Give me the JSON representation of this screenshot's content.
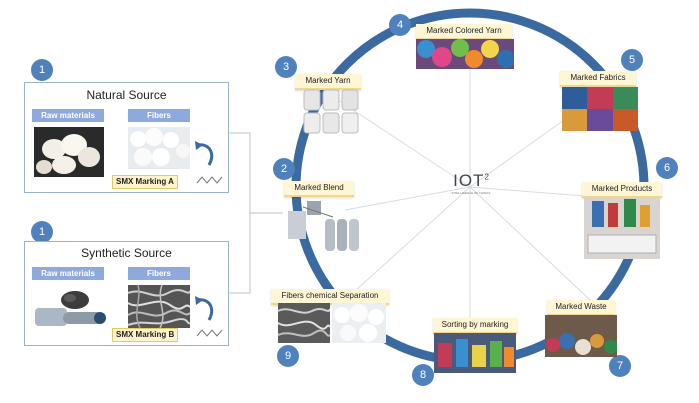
{
  "sources": {
    "natural": {
      "badge": "1",
      "title": "Natural Source",
      "raw_label": "Raw materials",
      "fibers_label": "Fibers",
      "marking": "SMX Marking A"
    },
    "synthetic": {
      "badge": "1",
      "title": "Synthetic Source",
      "raw_label": "Raw materials",
      "fibers_label": "Fibers",
      "marking": "SMX Marking B"
    }
  },
  "hub": {
    "logo": "IOT",
    "superscript": "2",
    "tagline": "INTELLIGENCE OF THINGS"
  },
  "stages": [
    {
      "num": "2",
      "label": "Marked Blend"
    },
    {
      "num": "3",
      "label": "Marked Yarn"
    },
    {
      "num": "4",
      "label": "Marked Colored Yarn"
    },
    {
      "num": "5",
      "label": "Marked Fabrics"
    },
    {
      "num": "6",
      "label": "Marked Products"
    },
    {
      "num": "7",
      "label": "Marked Waste"
    },
    {
      "num": "8",
      "label": "Sorting by marking"
    },
    {
      "num": "9",
      "label": "Fibers chemical Separation"
    }
  ],
  "colors": {
    "ring": "#3b6aa0",
    "badge": "#4f81bd",
    "label_blue": "#8ea9db",
    "stage_label_bg": "#fff6d5"
  }
}
